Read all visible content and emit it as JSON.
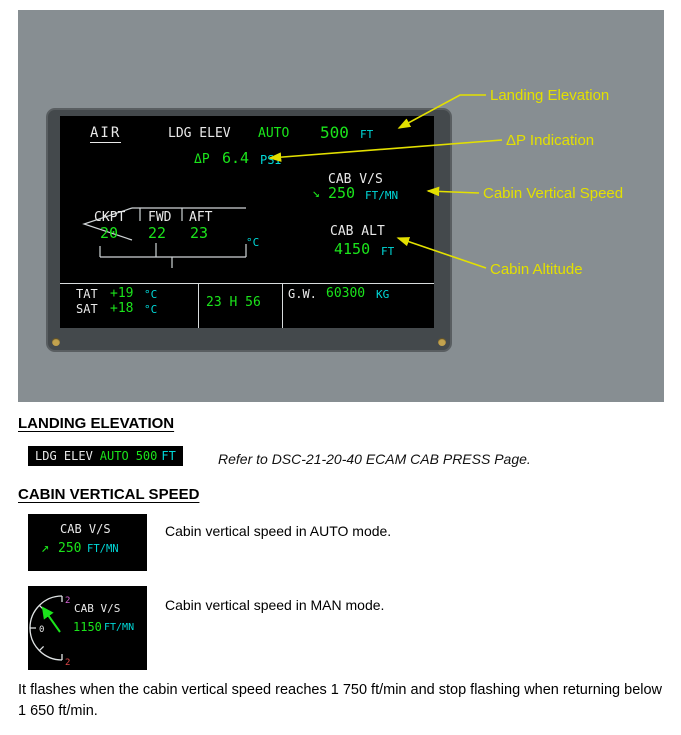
{
  "colors": {
    "panel_gray": "#878e92",
    "ecam_green": "#1be41b",
    "ecam_cyan": "#00d8d8",
    "ecam_white": "#e9e9e9",
    "annotation_yellow": "#e3e000",
    "scale_magenta": "#d864d8",
    "scale_red": "#e04848"
  },
  "ecam": {
    "air": "AIR",
    "ldg_elev": {
      "label": "LDG ELEV",
      "mode": "AUTO",
      "value": "500",
      "unit": "FT"
    },
    "dp": {
      "label": "ΔP",
      "value": "6.4",
      "unit": "PSI"
    },
    "cab_vs": {
      "label": "CAB V/S",
      "arrow": "↘",
      "value": "250",
      "unit": "FT/MN"
    },
    "cab_alt": {
      "label": "CAB ALT",
      "value": "4150",
      "unit": "FT"
    },
    "temp": {
      "ckpt_label": "CKPT",
      "fwd_label": "FWD",
      "aft_label": "AFT",
      "ckpt_value": "20",
      "fwd_value": "22",
      "aft_value": "23",
      "unit": "°C"
    },
    "footer": {
      "tat_label": "TAT",
      "tat_value": "+19",
      "tat_unit": "°C",
      "sat_label": "SAT",
      "sat_value": "+18",
      "sat_unit": "°C",
      "time": "23 H 56",
      "gw_label": "G.W.",
      "gw_value": "60300",
      "gw_unit": "KG"
    }
  },
  "annotations": {
    "landing_elevation": "Landing Elevation",
    "dp_indication": "ΔP Indication",
    "cabin_vertical_speed": "Cabin Vertical Speed",
    "cabin_altitude": "Cabin Altitude"
  },
  "sections": {
    "landing_elevation": {
      "heading": "LANDING ELEVATION",
      "inset": {
        "label": "LDG ELEV",
        "mode": "AUTO",
        "value": "500",
        "unit": "FT"
      },
      "note": "Refer to DSC-21-20-40 ECAM CAB PRESS Page."
    },
    "cabin_vertical_speed": {
      "heading": "CABIN VERTICAL SPEED",
      "auto_inset": {
        "label": "CAB V/S",
        "arrow": "↗",
        "value": "250",
        "unit": "FT/MN"
      },
      "auto_caption": "Cabin vertical speed in AUTO mode.",
      "man_inset": {
        "label": "CAB V/S",
        "value": "1150",
        "unit": "FT/MN",
        "scale_top": "2",
        "scale_mid": "0",
        "scale_bottom": "2"
      },
      "man_caption": "Cabin vertical speed in MAN mode.",
      "flash_note": "It flashes when the cabin vertical speed reaches 1 750 ft/min and stop flashing when returning below 1 650 ft/min."
    }
  }
}
